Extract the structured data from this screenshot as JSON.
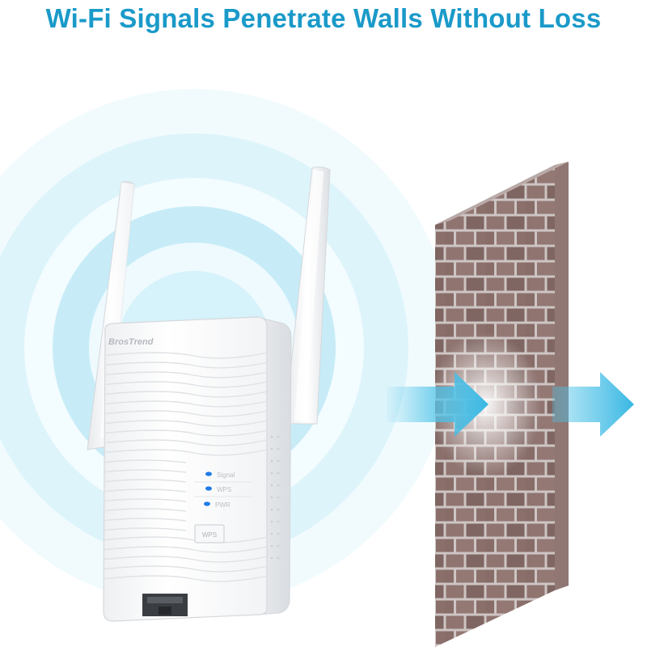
{
  "headline": {
    "text": "Wi-Fi Signals Penetrate Walls Without Loss",
    "color": "#1a9ac9"
  },
  "device": {
    "brand": "BrosTrend",
    "leds": [
      {
        "label": "Signal"
      },
      {
        "label": "WPS"
      },
      {
        "label": "PWR"
      }
    ],
    "wps_button_label": "WPS",
    "led_color": "#1e7be6"
  },
  "colors": {
    "signal_wave": "#cfeef8",
    "arrow": "#4fc3e8",
    "brick": "#8a6f6b",
    "mortar": "#cfc8c6"
  },
  "icons": {
    "arrow_through_wall": "arrow-right-icon",
    "arrow_exit": "arrow-right-icon"
  }
}
